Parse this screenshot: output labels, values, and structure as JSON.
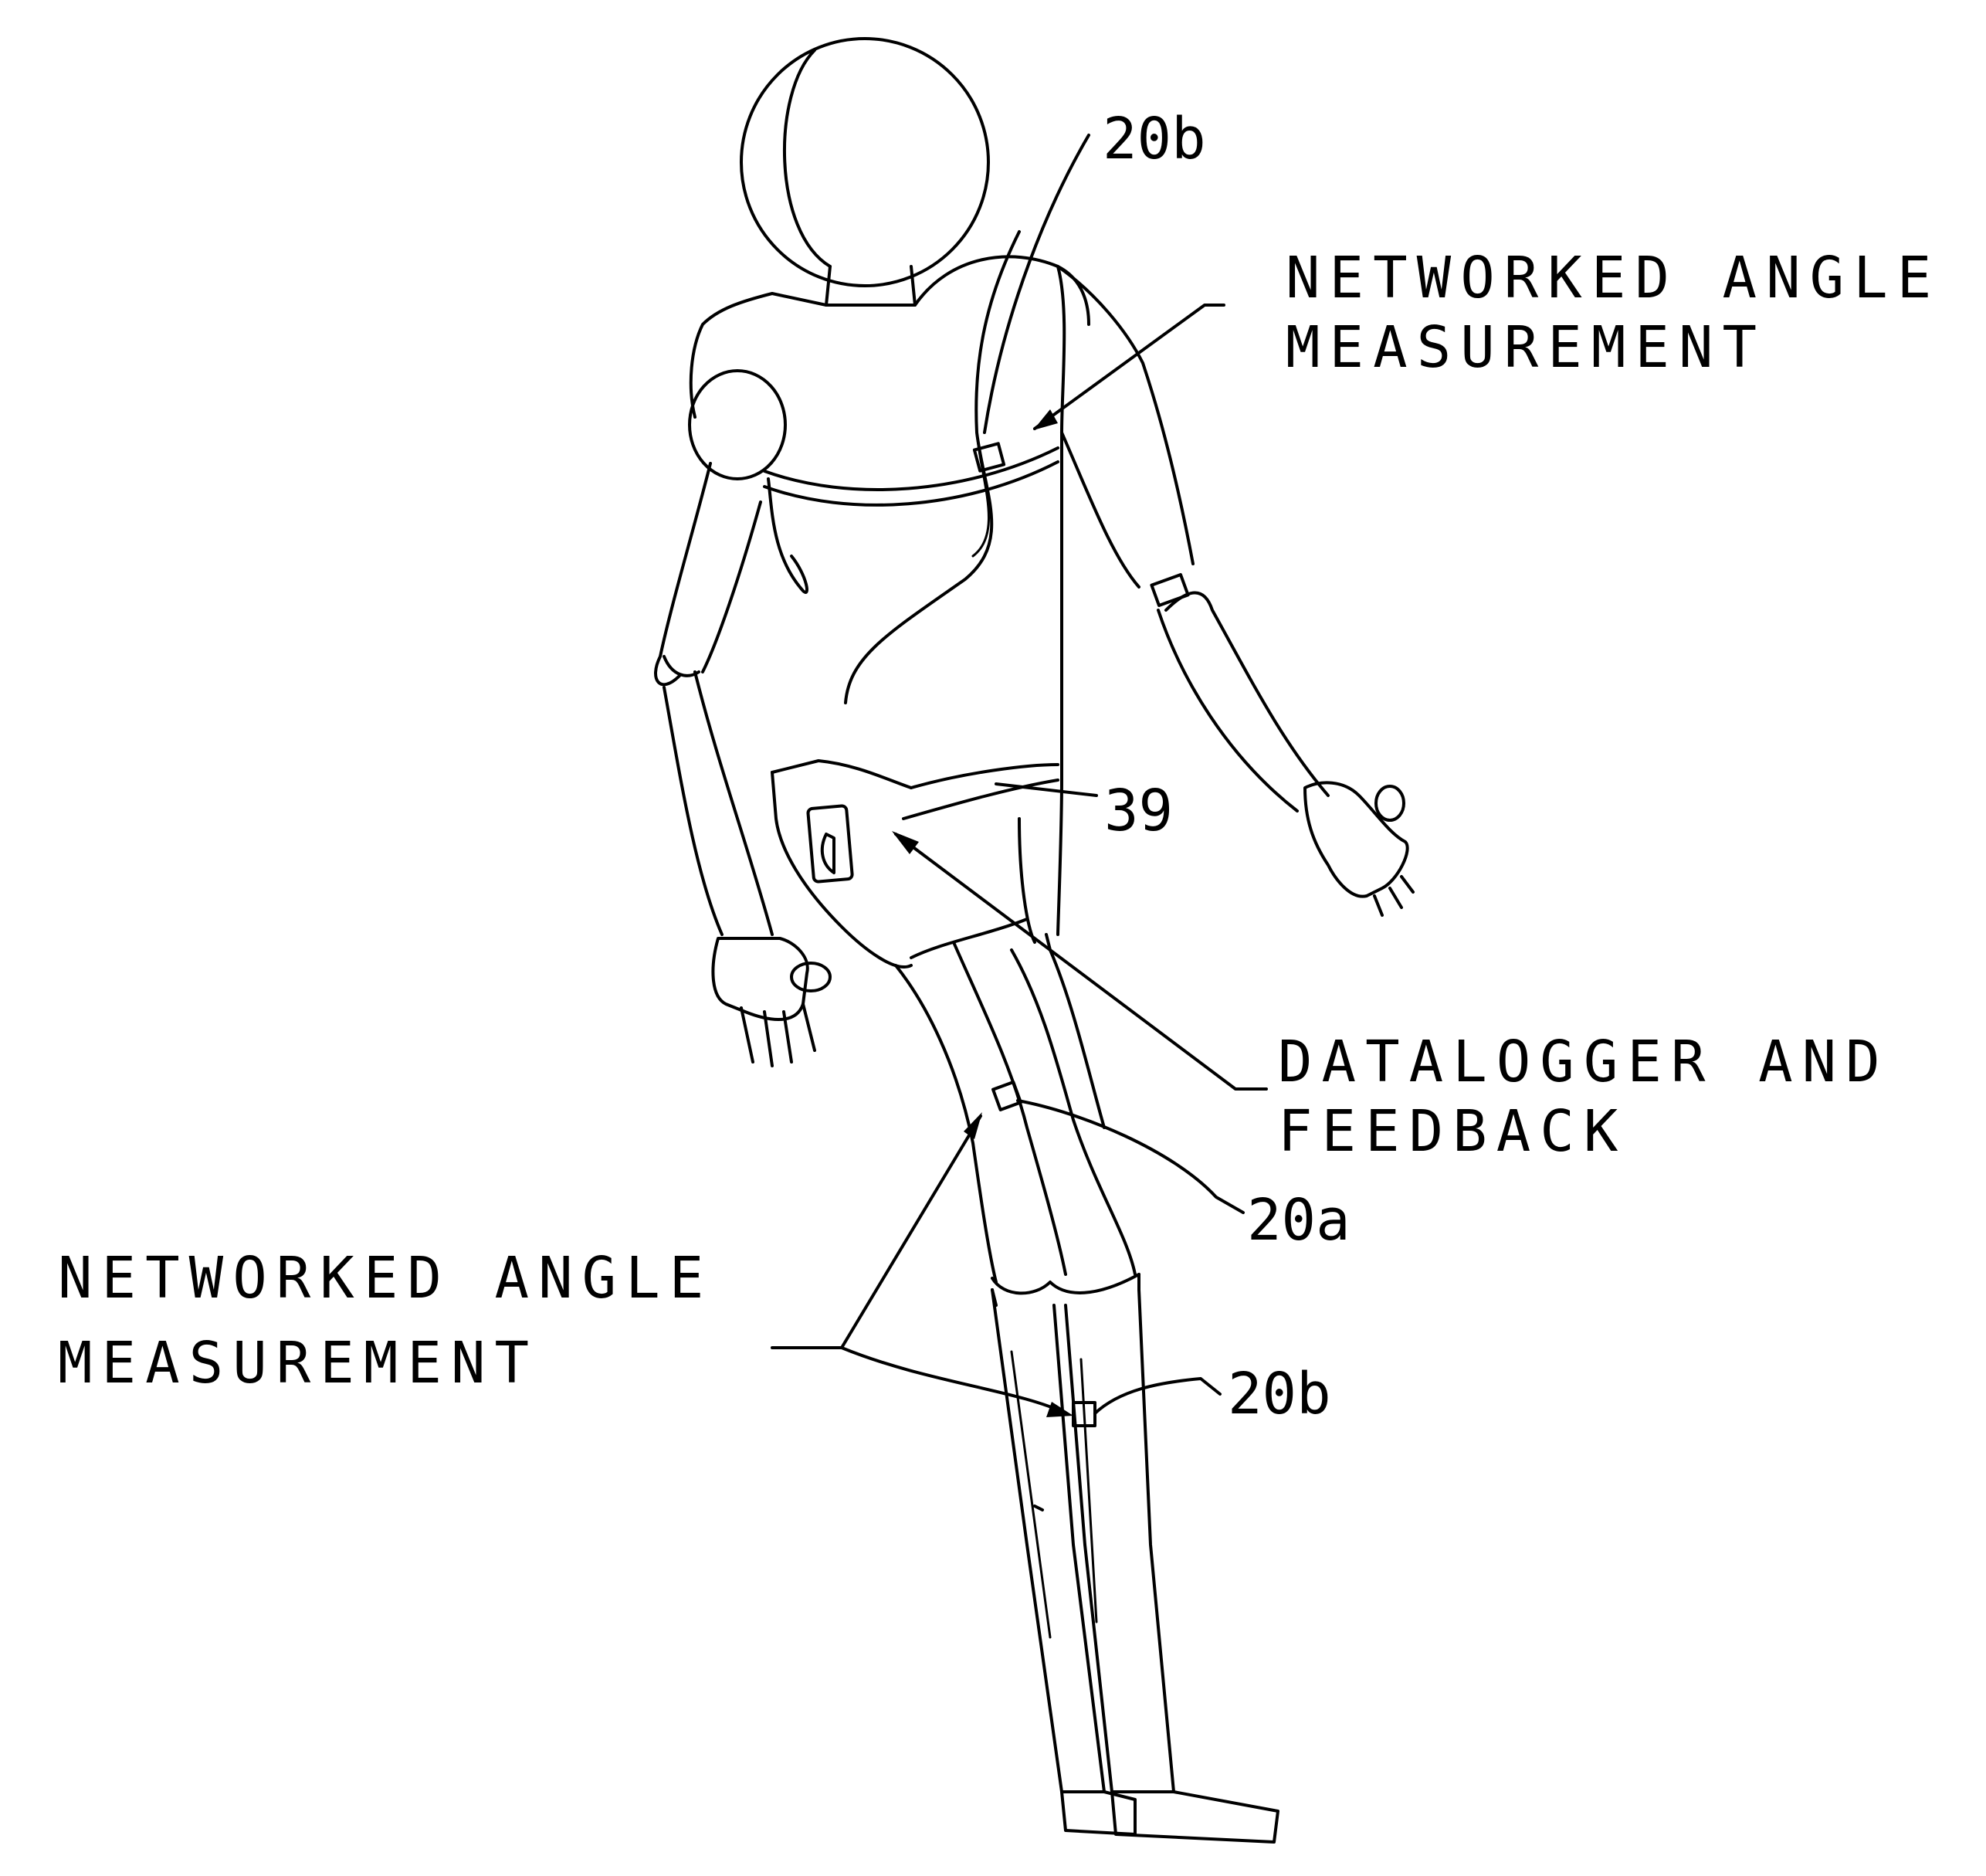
{
  "figure": {
    "type": "patent-drawing",
    "subject": "human figure wearing networked angle sensors",
    "line_color": "#000000",
    "background": "#ffffff"
  },
  "labels": {
    "ref_20b_top": "20b",
    "networked_top_line1": "NETWORKED ANGLE",
    "networked_top_line2": "MEASUREMENT",
    "ref_39": "39",
    "datalogger_line1": "DATALOGGER AND",
    "datalogger_line2": "FEEDBACK",
    "ref_20a": "20a",
    "networked_bottom_line1": "NETWORKED ANGLE",
    "networked_bottom_line2": "MEASUREMENT",
    "ref_20b_bottom": "20b"
  }
}
